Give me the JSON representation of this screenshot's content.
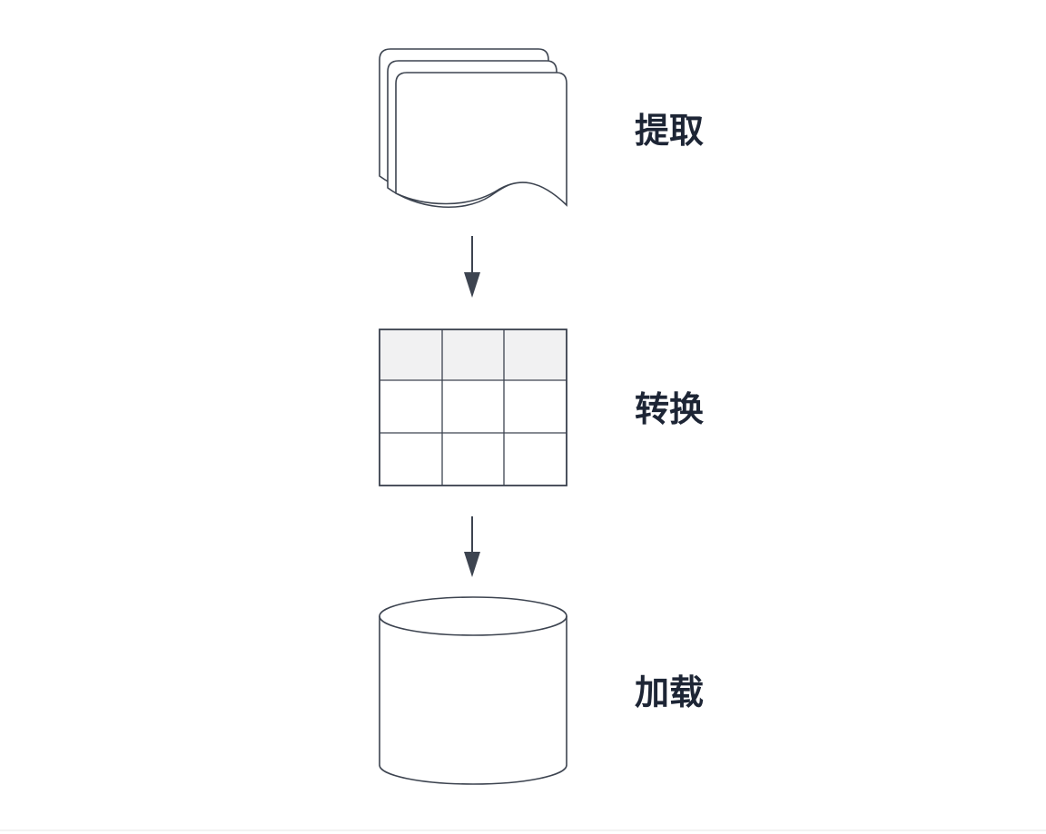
{
  "stages": [
    {
      "id": "extract",
      "label": "提取",
      "icon": "stacked-documents-icon"
    },
    {
      "id": "transform",
      "label": "转换",
      "icon": "table-grid-icon"
    },
    {
      "id": "load",
      "label": "加载",
      "icon": "database-cylinder-icon"
    }
  ],
  "colors": {
    "stroke": "#3d4450",
    "label": "#1d2535",
    "table_header_fill": "#f1f1f2",
    "background": "#ffffff"
  }
}
